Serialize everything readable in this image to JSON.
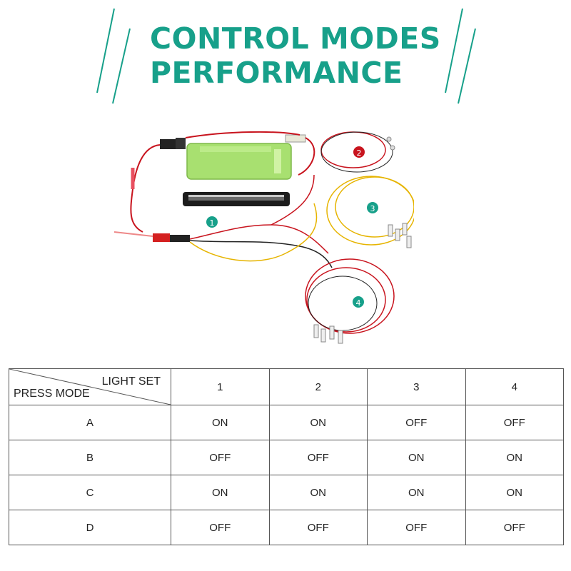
{
  "title": {
    "line1": "CONTROL MODES",
    "line2": "PERFORMANCE"
  },
  "callouts": [
    "1",
    "2",
    "3",
    "4"
  ],
  "table": {
    "corner_top": "LIGHT SET",
    "corner_bottom": "PRESS MODE",
    "columns": [
      "1",
      "2",
      "3",
      "4"
    ],
    "rows": [
      {
        "mode": "A",
        "values": [
          "ON",
          "ON",
          "OFF",
          "OFF"
        ]
      },
      {
        "mode": "B",
        "values": [
          "OFF",
          "OFF",
          "ON",
          "ON"
        ]
      },
      {
        "mode": "C",
        "values": [
          "ON",
          "ON",
          "ON",
          "ON"
        ]
      },
      {
        "mode": "D",
        "values": [
          "OFF",
          "OFF",
          "OFF",
          "OFF"
        ]
      }
    ]
  },
  "colors": {
    "accent": "#17a08a",
    "battery": "#a8e070",
    "wire_red": "#c8141e",
    "wire_yellow": "#e6b400"
  }
}
